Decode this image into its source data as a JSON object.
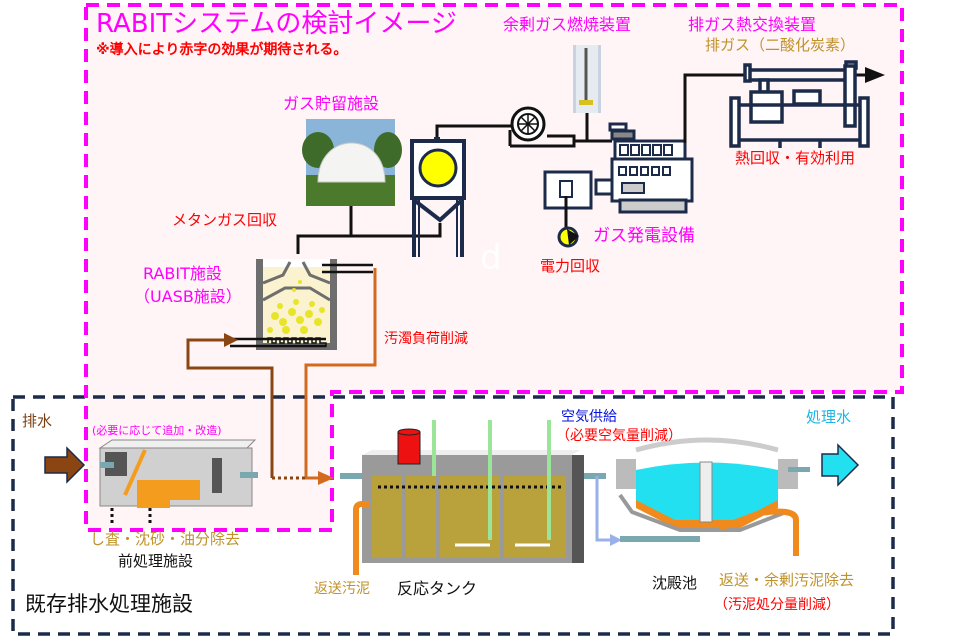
{
  "rabit_area": {
    "title": "RABITシステムの検討イメージ",
    "note": "※導入により赤字の効果が期待される。",
    "border_color": "#ff00ff",
    "fill_color": "#fff4f6"
  },
  "existing_area": {
    "title": "既存排水処理施設",
    "border_color": "#1c2b4a"
  },
  "labels": {
    "surplus_gas_burner": "余剰ガス燃焼装置",
    "exhaust_heat_exchanger": "排ガス熱交換装置",
    "exhaust_gas": "排ガス（二酸化炭素）",
    "heat_recovery": "熱回収・有効利用",
    "gas_storage": "ガス貯留施設",
    "methane_recovery": "メタンガス回収",
    "gas_generator": "ガス発電設備",
    "power_recovery": "電力回収",
    "rabit_facility_line1": "RABIT施設",
    "rabit_facility_line2": "（UASB施設）",
    "pollution_load_reduction": "汚濁負荷削減",
    "wastewater_in": "排水",
    "add_modify_note": "(必要に応じて追加・改造)",
    "screenings_removal": "し査・沈砂・油分除去",
    "pretreatment": "前処理施設",
    "return_sludge": "返送汚泥",
    "reaction_tank": "反応タンク",
    "air_supply": "空気供給",
    "air_reduction": "（必要空気量削減）",
    "treated_water": "処理水",
    "sedimentation_tank": "沈殿池",
    "sludge_removal": "返送・余剰汚泥除去",
    "sludge_reduction": "（汚泥処分量削減）",
    "watermark": "d"
  },
  "colors": {
    "equipment_outline": "#1c2b4a",
    "gas_yellow": "#ffff00",
    "sludge_orange": "#f08a1c",
    "inflow_brown": "#7a3e12",
    "treated_cyan": "#22e0f0"
  }
}
